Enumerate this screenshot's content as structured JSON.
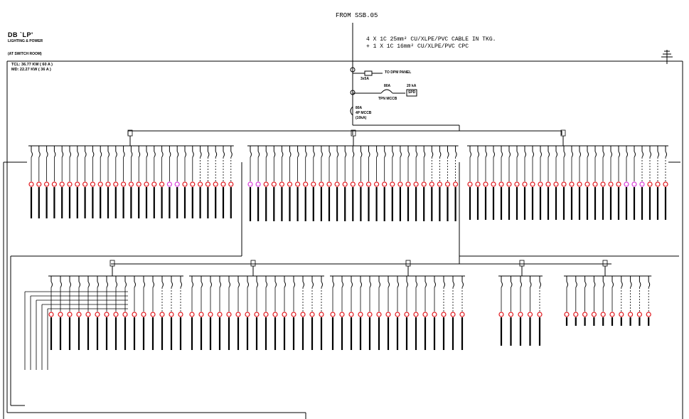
{
  "header": {
    "source": "FROM SSB.05",
    "board_title": "DB `LP'",
    "board_subtitle": "LIGHTING & POWER",
    "location": "(AT SWITCH ROOM)",
    "tcl": "TCL: 36.77 KW ( 60 A )",
    "md": "MD: 22.27 KW ( 36 A )"
  },
  "incoming": {
    "cable_line1": "4 X 1C 25mm² CU/XLPE/PVC CABLE IN TKG.",
    "cable_line2": "+ 1 X 1C 16mm² CU/XLPE/PVC CPC",
    "fuse_rating": "3x5A",
    "to_panel": "TO DPM PANEL",
    "mccb_rating": "80A",
    "mccb_label": "TPN MCCB",
    "spd_rating": "20 kA",
    "spd_label": "SPD",
    "main_rating": "80A",
    "main_type": "4P MCCB",
    "main_break": "(10kA)"
  },
  "colors": {
    "line": "#000000",
    "circuit_red": "#e0151b",
    "circuit_magenta": "#d93ad9",
    "background": "#ffffff"
  }
}
